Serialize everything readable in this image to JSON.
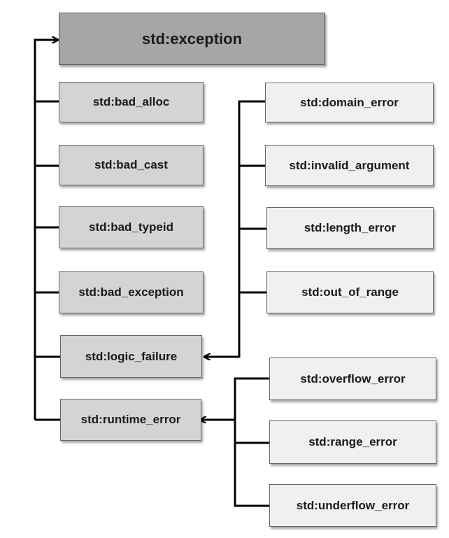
{
  "diagram": {
    "root": "std:exception",
    "children": [
      "std:bad_alloc",
      "std:bad_cast",
      "std:bad_typeid",
      "std:bad_exception",
      "std:logic_failure",
      "std:runtime_error"
    ],
    "logic_failure_children": [
      "std:domain_error",
      "std:invalid_argument",
      "std:length_error",
      "std:out_of_range"
    ],
    "runtime_error_children": [
      "std:overflow_error",
      "std:range_error",
      "std:underflow_error"
    ]
  },
  "colors": {
    "root_fill": "#a6a6a6",
    "mid_fill": "#d4d4d4",
    "leaf_fill": "#f0f0f0",
    "connector": "#000000"
  }
}
